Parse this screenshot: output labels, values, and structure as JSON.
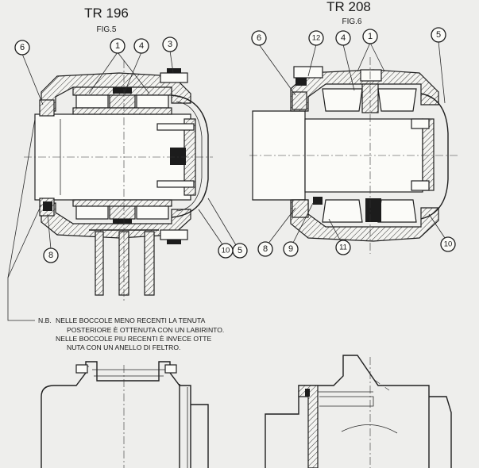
{
  "figures": [
    {
      "title": "TR 196",
      "subtitle": "FIG.5",
      "labels": [
        "6",
        "1",
        "4",
        "3",
        "8",
        "10",
        "5"
      ]
    },
    {
      "title": "TR 208",
      "subtitle": "FIG.6",
      "labels": [
        "6",
        "12",
        "4",
        "1",
        "5",
        "8",
        "9",
        "11",
        "10"
      ]
    }
  ],
  "note": {
    "prefix": "N.B.",
    "lines": [
      "NELLE BOCCOLE MENO RECENTI LA TENUTA",
      "POSTERIORE È OTTENUTA CON UN LABIRINTO.",
      "NELLE BOCCOLE PIU RECENTI È INVECE OTTE",
      "NUTA CON UN ANELLO DI FELTRO."
    ]
  }
}
